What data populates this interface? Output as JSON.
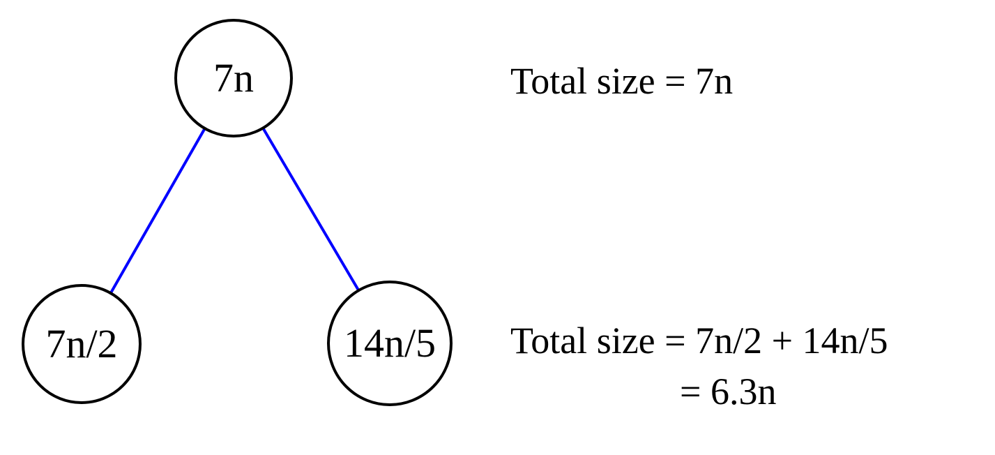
{
  "figure": {
    "background_color": "#ffffff",
    "tree": {
      "node_fill": "#ffffff",
      "node_stroke_color": "#000000",
      "edge_color": "#0000ff",
      "nodes": [
        {
          "id": "root",
          "label": "7n"
        },
        {
          "id": "left-child",
          "label": "7n/2"
        },
        {
          "id": "right-child",
          "label": "14n/5"
        }
      ],
      "edges": [
        {
          "from": "root",
          "to": "left-child"
        },
        {
          "from": "root",
          "to": "right-child"
        }
      ]
    },
    "annotations": {
      "root_total": "Total size = 7n",
      "children_total_line1": "Total size = 7n/2 + 14n/5",
      "children_total_line2": "= 6.3n"
    }
  }
}
